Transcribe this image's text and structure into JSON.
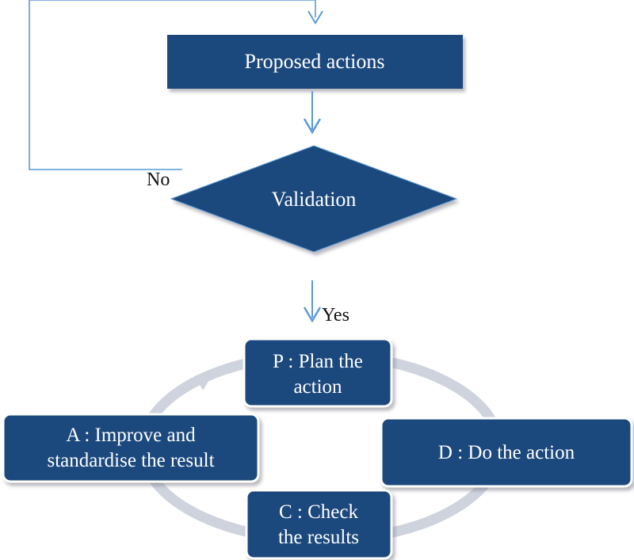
{
  "flowchart": {
    "proposed_actions": "Proposed actions",
    "validation": "Validation",
    "no_label": "No",
    "yes_label": "Yes"
  },
  "pdca": {
    "plan": [
      "P : Plan the",
      "action"
    ],
    "do": [
      "D : Do the action"
    ],
    "check": [
      "C : Check",
      "the results"
    ],
    "act": [
      "A : Improve and",
      "standardise the result"
    ]
  },
  "colors": {
    "box_fill": "#1f497d",
    "connector": "#5b9bd5",
    "cycle_ring": "#cfd3de",
    "shadow": "#a9a9b5"
  }
}
